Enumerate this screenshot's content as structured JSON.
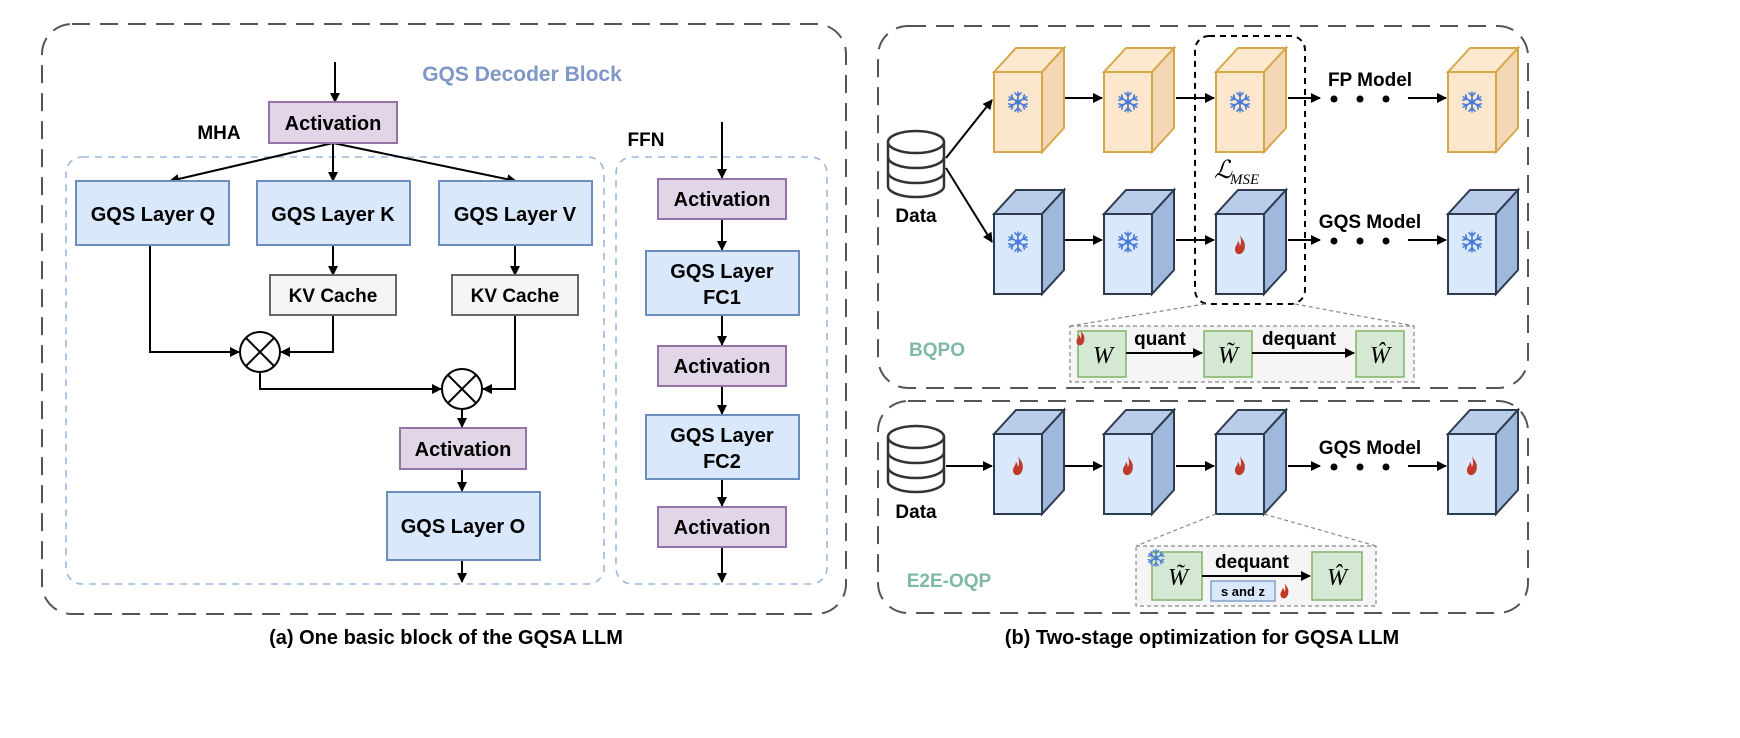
{
  "panel_a": {
    "block_title": "GQS Decoder Block",
    "mha_label": "MHA",
    "ffn_label": "FFN",
    "top_activation": "Activation",
    "layer_q": "GQS Layer Q",
    "layer_k": "GQS Layer  K",
    "layer_v": "GQS Layer V",
    "kv_cache_1": "KV Cache",
    "kv_cache_2": "KV Cache",
    "mid_activation": "Activation",
    "layer_o": "GQS Layer O",
    "ffn_activation_1": "Activation",
    "ffn_fc1_line1": "GQS Layer",
    "ffn_fc1_line2": "FC1",
    "ffn_activation_2": "Activation",
    "ffn_fc2_line1": "GQS Layer",
    "ffn_fc2_line2": "FC2",
    "ffn_activation_3": "Activation",
    "caption": "(a) One basic block of the GQSA LLM"
  },
  "panel_b": {
    "bqpo": {
      "data_label": "Data",
      "fp_model_label": "FP Model",
      "gqs_model_label": "GQS Model",
      "loss_label": "ℒ",
      "loss_subscript": "MSE",
      "stage_name": "BQPO",
      "quant_label": "quant",
      "dequant_label": "dequant",
      "w_symbol": "W",
      "w_tilde_symbol": "W̃",
      "w_hat_symbol": "Ŵ"
    },
    "e2e": {
      "data_label": "Data",
      "gqs_model_label": "GQS Model",
      "stage_name": "E2E-OQP",
      "dequant_label": "dequant",
      "s_and_z_label": "s and z",
      "w_tilde_symbol": "W̃",
      "w_hat_symbol": "Ŵ"
    },
    "caption": "(b) Two-stage optimization for GQSA LLM"
  },
  "colors": {
    "blue_box_fill": "#dae8fc",
    "blue_box_stroke": "#6c8ebf",
    "purple_box_fill": "#e1d5e7",
    "purple_box_stroke": "#9673a6",
    "gray_box_fill": "#f5f5f5",
    "gray_box_stroke": "#666666",
    "green_box_fill": "#d5e8d4",
    "green_box_stroke": "#82b366",
    "orange_cube_fill": "#fce6cc",
    "orange_cube_stroke": "#d6a84a",
    "title_blue": "#7e97c7",
    "stage_teal": "#7eb8a8",
    "snowflake": "#4a7bd8",
    "flame": "#c0392b"
  },
  "icons": {
    "frozen": "snowflake-icon",
    "trainable": "flame-icon",
    "data": "database-icon",
    "multiply": "circle-times-icon"
  }
}
